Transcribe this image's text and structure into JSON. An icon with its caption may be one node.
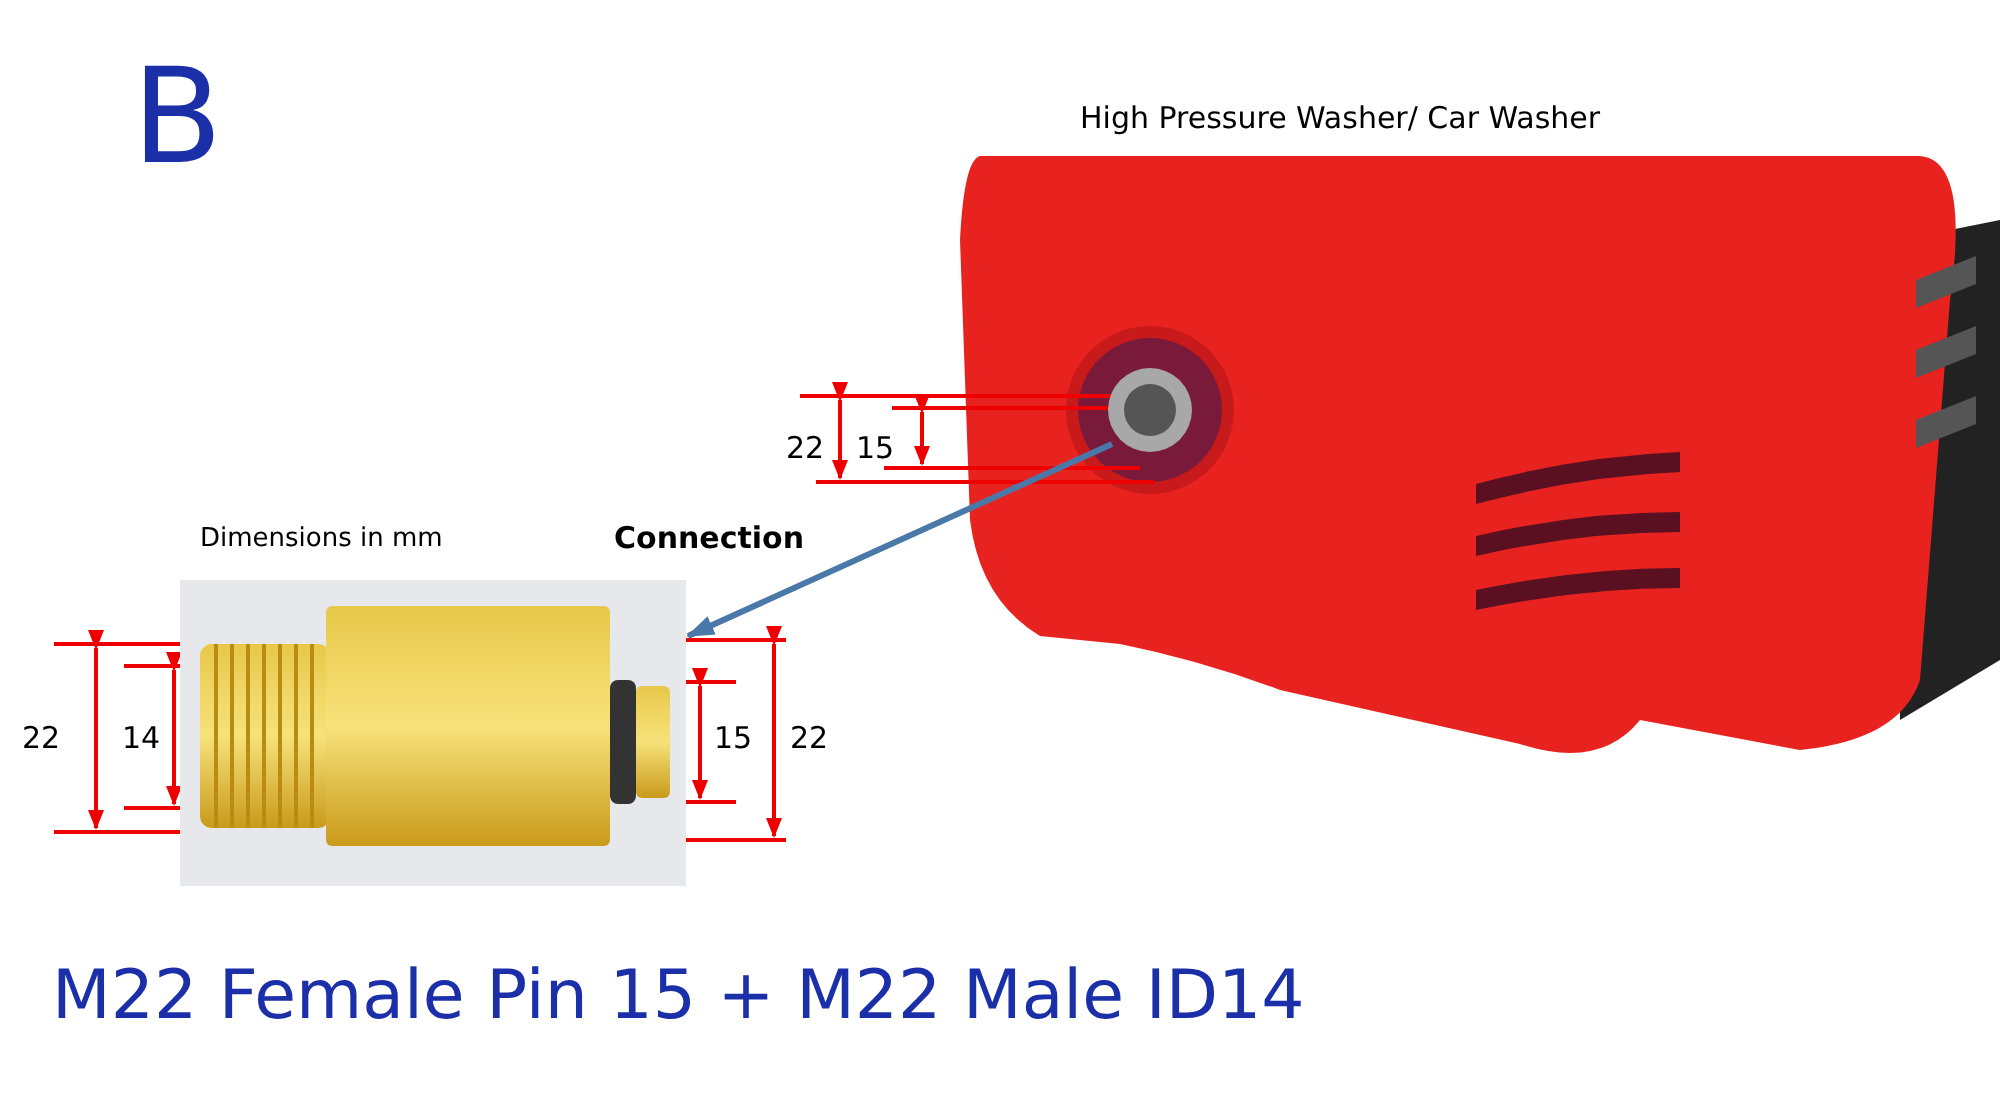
{
  "diagram": {
    "caption": "M22 Female Pin 15 + M22 Male ID14",
    "nodes": [
      {
        "text": [],
        "shape": "picture"
      },
      {
        "text": [],
        "shape": "picture"
      }
    ],
    "edges": [
      {
        "from": 0,
        "to": 1,
        "arrow": "to"
      }
    ],
    "labels": [
      "B",
      "High Pressure Washer/ Car Washer",
      "22",
      "15",
      "Dimensions in mm",
      "Connection",
      "22",
      "14",
      "15",
      "22"
    ]
  }
}
